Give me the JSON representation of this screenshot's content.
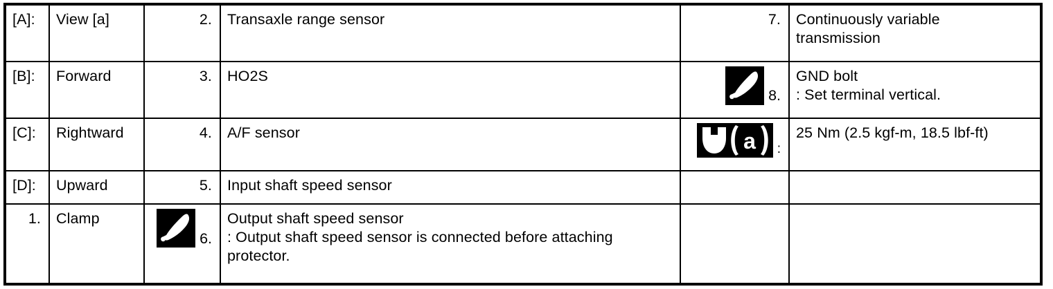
{
  "document": {
    "type": "service-manual-legend-table",
    "columns": 6,
    "rows": 5,
    "colors": {
      "ink": "#000000",
      "paper": "#ffffff"
    }
  },
  "table": {
    "rows": [
      {
        "tag": "[A]:",
        "word": "View [a]",
        "number": "2.",
        "description": "Transaxle range sensor",
        "number2": "7.",
        "description2": "Continuously variable\ntransmission",
        "icon2": null
      },
      {
        "tag": "[B]:",
        "word": "Forward",
        "number": "3.",
        "description": "HO2S",
        "number2": "8.",
        "description2": "GND bolt\n: Set terminal vertical.",
        "icon2": "pointer-icon"
      },
      {
        "tag": "[C]:",
        "word": "Rightward",
        "number": "4.",
        "description": "A/F sensor",
        "number2": ":",
        "description2": "25 Nm (2.5 kgf-m, 18.5 lbf-ft)",
        "icon2": "torque-wrench-a-icon"
      },
      {
        "tag": "[D]:",
        "word": "Upward",
        "number": "5.",
        "description": "Input shaft speed sensor",
        "number2": "",
        "description2": "",
        "icon2": null
      },
      {
        "tag": "1.",
        "word": "Clamp",
        "number": "6.",
        "description": "Output shaft speed sensor\n: Output shaft speed sensor is connected before attaching\nprotector.",
        "number2": "",
        "description2": "",
        "icon": "pointer-icon",
        "icon2": null
      }
    ]
  }
}
